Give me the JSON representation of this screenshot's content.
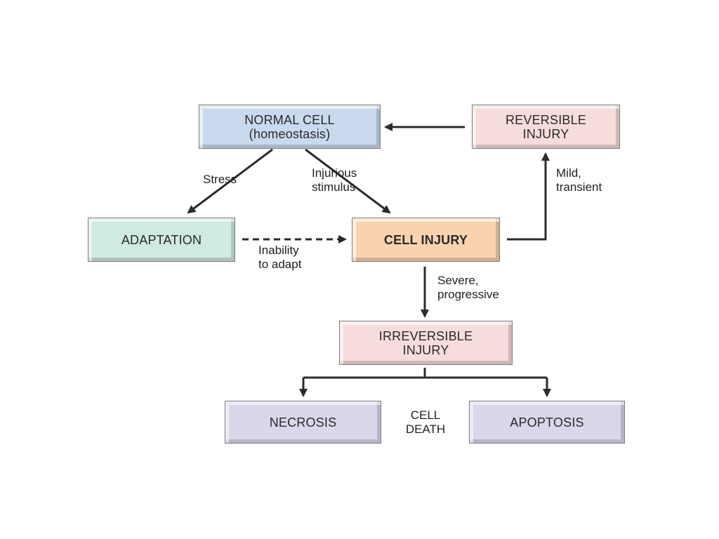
{
  "nodes": {
    "normal_cell": {
      "line1": "NORMAL CELL",
      "line2": "(homeostasis)"
    },
    "reversible_injury": {
      "text": "REVERSIBLE\nINJURY"
    },
    "adaptation": {
      "text": "ADAPTATION"
    },
    "cell_injury": {
      "text": "CELL INJURY"
    },
    "irreversible_injury": {
      "text": "IRREVERSIBLE\nINJURY"
    },
    "necrosis": {
      "text": "NECROSIS"
    },
    "apoptosis": {
      "text": "APOPTOSIS"
    }
  },
  "labels": {
    "stress": "Stress",
    "injurious_stimulus": "Injurious\nstimulus",
    "mild_transient": "Mild,\ntransient",
    "inability_to_adapt": "Inability\nto adapt",
    "severe_progressive": "Severe,\nprogressive",
    "cell_death": "CELL\nDEATH"
  },
  "colors": {
    "normal_cell": "#c9d9ee",
    "reversible_injury": "#f6dcda",
    "adaptation": "#cfe9e3",
    "cell_injury": "#f9d3b0",
    "irreversible_injury": "#f6dcda",
    "cell_death": "#dcd6ea",
    "arrow": "#2b2b2b"
  }
}
